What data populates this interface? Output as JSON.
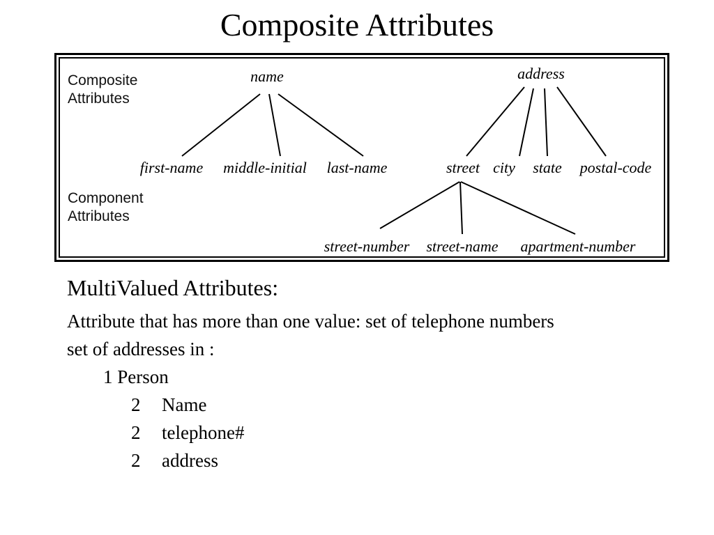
{
  "title": "Composite Attributes",
  "diagram": {
    "composite_label": [
      "Composite",
      "Attributes"
    ],
    "component_label": [
      "Component",
      "Attributes"
    ],
    "nodes": {
      "name": "name",
      "address": "address",
      "first_name": "first-name",
      "middle_initial": "middle-initial",
      "last_name": "last-name",
      "street": "street",
      "city": "city",
      "state": "state",
      "postal_code": "postal-code",
      "street_number": "street-number",
      "street_name": "street-name",
      "apartment_number": "apartment-number"
    }
  },
  "multivalued": {
    "heading": "MultiValued Attributes:",
    "line1": "Attribute that has more than one value: set of telephone numbers",
    "line2": "set of addresses in :",
    "outline": [
      {
        "level": "1",
        "text": "Person"
      },
      {
        "level": "2",
        "text": "Name"
      },
      {
        "level": "2",
        "text": "telephone#"
      },
      {
        "level": "2",
        "text": "address"
      }
    ]
  }
}
